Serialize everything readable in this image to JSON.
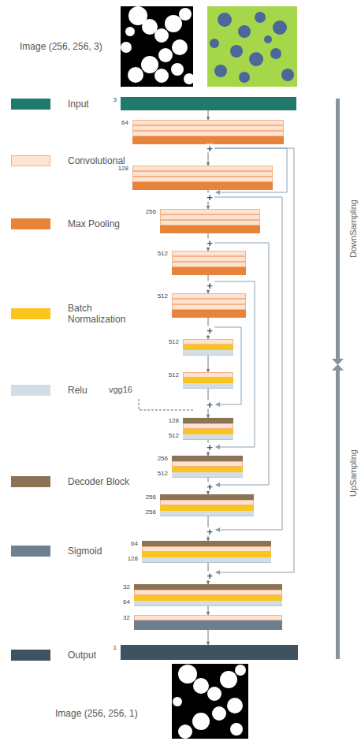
{
  "diagram": {
    "nodes": [
      {
        "text": [
          "3"
        ]
      },
      {
        "text": [
          "64"
        ]
      },
      {
        "text": [
          "128"
        ]
      },
      {
        "text": [
          "256"
        ]
      },
      {
        "text": [
          "512"
        ]
      },
      {
        "text": [
          "512"
        ]
      },
      {
        "text": [
          "512"
        ]
      },
      {
        "text": [
          "512"
        ]
      },
      {
        "text": [
          "128",
          "512"
        ]
      },
      {
        "text": [
          "256",
          "512"
        ]
      },
      {
        "text": [
          "256",
          "256"
        ]
      },
      {
        "text": [
          "64",
          "128"
        ]
      },
      {
        "text": [
          "32",
          "64"
        ]
      },
      {
        "text": [
          "32"
        ]
      },
      {
        "text": [
          "1"
        ]
      }
    ],
    "edges": [
      {
        "from": 0,
        "to": 1,
        "arrow": "to"
      },
      {
        "from": 1,
        "to": 2,
        "arrow": "to"
      },
      {
        "from": 2,
        "to": 3,
        "arrow": "to"
      },
      {
        "from": 3,
        "to": 4,
        "arrow": "to"
      },
      {
        "from": 4,
        "to": 5,
        "arrow": "to"
      },
      {
        "from": 5,
        "to": 6,
        "arrow": "to"
      },
      {
        "from": 6,
        "to": 7,
        "arrow": "to"
      },
      {
        "from": 7,
        "to": 8,
        "arrow": "to"
      },
      {
        "from": 8,
        "to": 9,
        "arrow": "to"
      },
      {
        "from": 9,
        "to": 10,
        "arrow": "to"
      },
      {
        "from": 10,
        "to": 11,
        "arrow": "to"
      },
      {
        "from": 11,
        "to": 12,
        "arrow": "to"
      },
      {
        "from": 12,
        "to": 13,
        "arrow": "to"
      },
      {
        "from": 13,
        "to": 14,
        "arrow": "to"
      }
    ],
    "labels": [
      "Image (256, 256, 3)",
      "+",
      "+",
      "+",
      "+",
      "+",
      "vgg16",
      "+",
      "+",
      "+",
      "+",
      "+",
      "DownSampling",
      "UpSampling",
      "Image (256, 256, 1)"
    ],
    "legend": [
      {
        "text": "Input",
        "color": "#1f7a6b"
      },
      {
        "text": "Convolutional",
        "color": "#fde3d0"
      },
      {
        "text": "Max Pooling",
        "color": "#e8833a"
      },
      {
        "text": "Batch Normalization",
        "color": "#f9c51e"
      },
      {
        "text": "Relu",
        "color": "#d3dde5"
      },
      {
        "text": "Decoder Block",
        "color": "#8b7355"
      },
      {
        "text": "Sigmoid",
        "color": "#6e7f8f"
      },
      {
        "text": "Output",
        "color": "#3f5260"
      }
    ]
  }
}
